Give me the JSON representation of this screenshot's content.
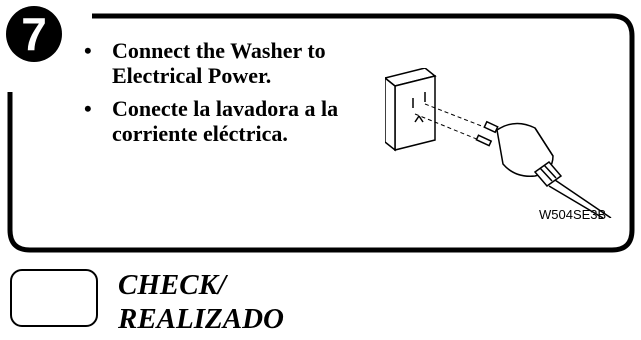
{
  "step": {
    "number": "7"
  },
  "instructions": [
    "Connect the Washer to Electrical Power.",
    "Conecte la lavadora a la corriente eléctrica."
  ],
  "figure": {
    "code": "W504SE3B"
  },
  "check": {
    "line1": "CHECK/",
    "line2": "REALIZADO"
  }
}
